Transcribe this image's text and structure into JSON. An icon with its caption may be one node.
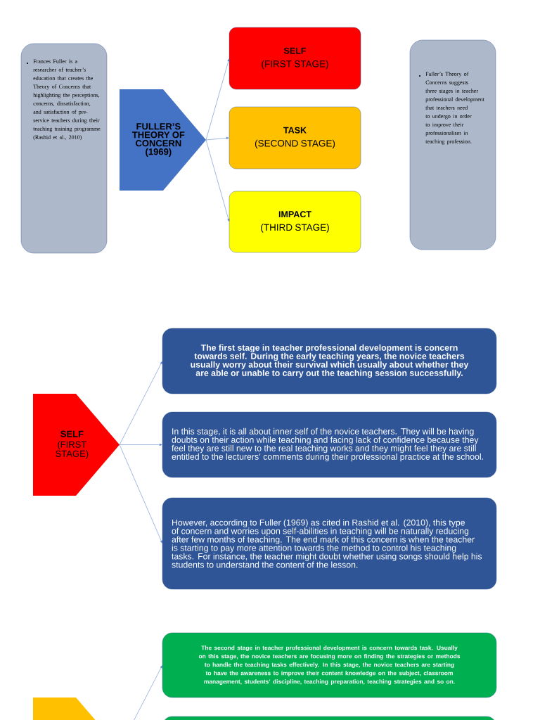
{
  "diagram": {
    "nodes": [
      {
        "text": [
          "Frances Fuller is a researcher of teacher’s education that creates the Theory of Concerns that highlighting the perceptions, concerns, dissatisfaction, and satisfaction of pre-service teachers during their teaching training programme (Rashid et al., 2010)"
        ]
      },
      {
        "text": [
          "FULLER’S THEORY OF CONCERN (1969)"
        ]
      },
      {
        "text": [
          "SELF",
          "(FIRST STAGE)"
        ]
      },
      {
        "text": [
          "TASK",
          "(SECOND STAGE)"
        ]
      },
      {
        "text": [
          "IMPACT",
          "(THIRD STAGE)"
        ]
      },
      {
        "text": [
          "Fuller’s Theory of Concerns suggests three stages in teacher professional development that teachers need to undergo in order to improve their professionalism in teaching profession."
        ]
      },
      {
        "text": [
          "SELF",
          "(FIRST STAGE)"
        ]
      },
      {
        "text": [
          "The first stage in teacher professional development is concern towards self. During the early teaching years, the novice teachers usually worry about their survival which usually about whether they are able or unable to carry out the teaching session successfully."
        ]
      },
      {
        "text": [
          "In this stage, it is all about inner self of the novice teachers. They will be having doubts on their action while teaching and facing lack of confidence because they feel they are still new to the real teaching works and they might feel they are still entitled to the lecturers’ comments during their professional practice at the school."
        ]
      },
      {
        "text": [
          "However, according to Fuller (1969) as cited in Rashid et al. (2010), this type of concern and worries upon self-abilities in teaching will be naturally reducing after few months of teaching. The end mark of this concern is when the teacher is starting to pay more attention towards the method to control his teaching tasks. For instance, the teacher might doubt whether using songs should help his students to understand the content of the lesson."
        ]
      },
      {
        "text": [],
        "shape": "pentagon"
      },
      {
        "text": [
          "The second stage in teacher professional development is concern towards task. Usually on this stage, the novice teachers are focusing more on finding the strategies or methods to handle the teaching tasks effectively. In this stage, the novice teachers are starting to have the awareness to improve their content knowledge on the subject, classroom management, students’ discipline, teaching preparation, teaching strategies and so on."
        ]
      },
      {
        "text": [],
        "shape": "box"
      }
    ],
    "edges": [
      {
        "from": 1,
        "to": 2,
        "arrow": "to"
      },
      {
        "from": 1,
        "to": 3,
        "arrow": "to"
      },
      {
        "from": 1,
        "to": 4,
        "arrow": "to"
      },
      {
        "from": 6,
        "to": 7,
        "arrow": "to"
      },
      {
        "from": 6,
        "to": 8,
        "arrow": "to"
      },
      {
        "from": 6,
        "to": 9,
        "arrow": "to"
      },
      {
        "from": 10,
        "to": 11,
        "arrow": "to"
      }
    ]
  }
}
